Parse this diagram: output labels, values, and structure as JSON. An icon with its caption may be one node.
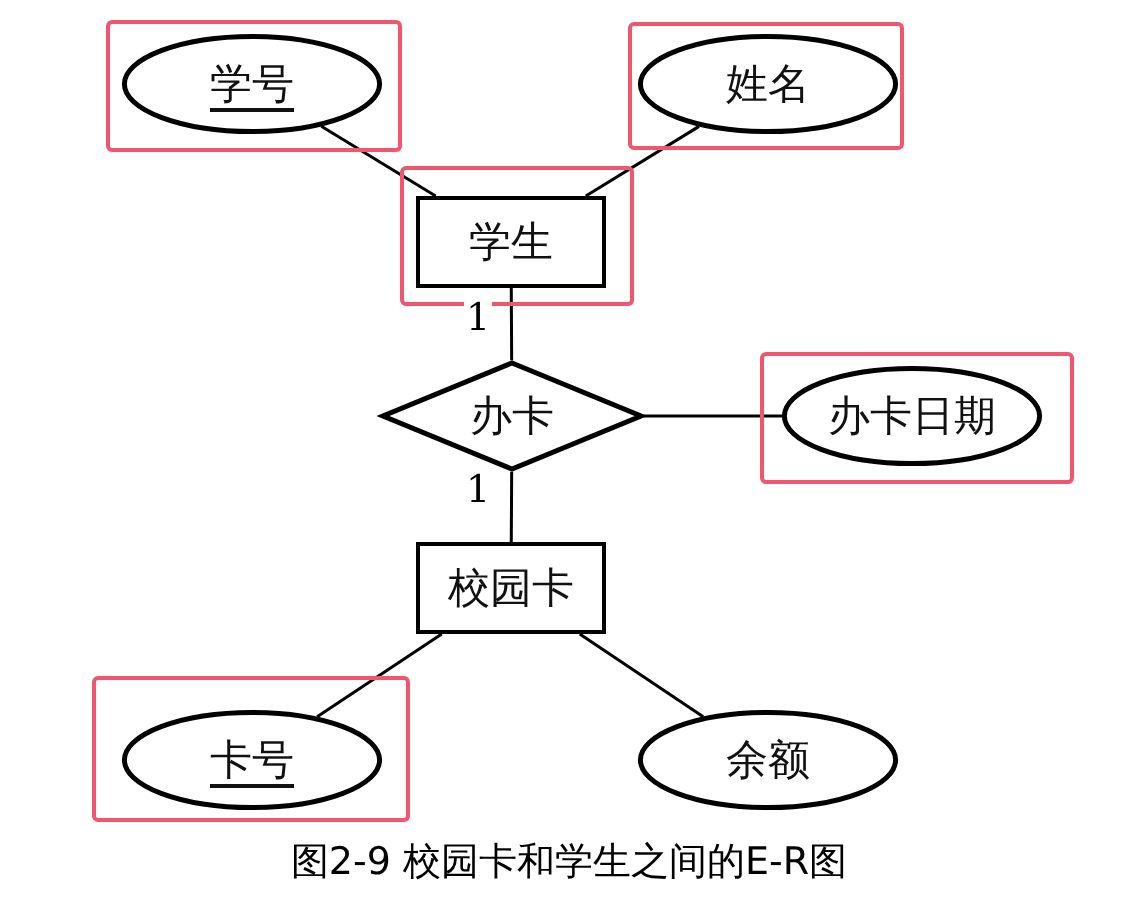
{
  "diagram": {
    "caption": "图2-9 校园卡和学生之间的E-R图",
    "nodes": [
      {
        "text": [],
        "shape": "box"
      },
      {
        "text": [
          "学号"
        ],
        "in": 0
      },
      {
        "text": [],
        "shape": "box"
      },
      {
        "text": [
          "姓名"
        ],
        "in": 2
      },
      {
        "text": [],
        "shape": "box"
      },
      {
        "text": [
          "学生"
        ],
        "in": 4
      },
      {
        "text": [
          "办卡"
        ]
      },
      {
        "text": [],
        "shape": "box"
      },
      {
        "text": [
          "办卡日期"
        ],
        "in": 7
      },
      {
        "text": [
          "校园卡"
        ]
      },
      {
        "text": [],
        "shape": "box"
      },
      {
        "text": [
          "卡号"
        ],
        "in": 10
      },
      {
        "text": [
          "余额"
        ]
      }
    ],
    "edges": [
      {
        "from": 1,
        "to": 5,
        "arrow": "none"
      },
      {
        "from": 3,
        "to": 5,
        "arrow": "none"
      },
      {
        "from": 5,
        "to": 6,
        "arrow": "none",
        "label": "1"
      },
      {
        "from": 6,
        "to": 8,
        "arrow": "none"
      },
      {
        "from": 6,
        "to": 9,
        "arrow": "none",
        "label": "1"
      },
      {
        "from": 9,
        "to": 11,
        "arrow": "none"
      },
      {
        "from": 9,
        "to": 12,
        "arrow": "none"
      }
    ]
  }
}
